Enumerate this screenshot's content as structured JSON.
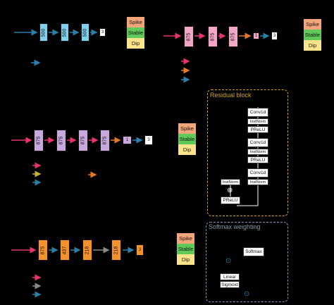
{
  "legend": {
    "spike": "Spike",
    "stable": "Stable",
    "dip": "Dip"
  },
  "networks": [
    {
      "id": "A",
      "layers": [
        "500",
        "500",
        "500"
      ],
      "output": "3"
    },
    {
      "id": "B",
      "layers": [
        "875",
        "875",
        "875"
      ],
      "extra": "1",
      "output": "3"
    },
    {
      "id": "C",
      "layers": [
        "875",
        "875",
        "875",
        "875"
      ],
      "extra": "1",
      "output": "3"
    },
    {
      "id": "D",
      "layers": [
        "875",
        "437",
        "218",
        "218"
      ],
      "output": "3"
    }
  ],
  "residual_block": {
    "title": "Residual block",
    "conv1d": "Conv1d",
    "instnorm": "InstNorm",
    "prelu": "PReLU",
    "plus": "⊕"
  },
  "softmax_weighting": {
    "title": "Softmax weighting",
    "softmax": "Softmax",
    "linear": "Linear",
    "sigmoid": "Sigmoid",
    "dot": "⊙"
  },
  "colors": {
    "input_arrow": "#e8336d",
    "blue_arrow": "#2a7fa8",
    "orange_arrow": "#e07a2a",
    "yellow_arrow": "#c9b030",
    "gray_arrow": "#888888",
    "a_layer": "#7fd1ee",
    "b_layer": "#f2a8c4",
    "c_layer": "#c9a8dd",
    "d_layer": "#f5922e",
    "residual_border": "#d4a520",
    "softmax_border": "#8a9aa8"
  }
}
